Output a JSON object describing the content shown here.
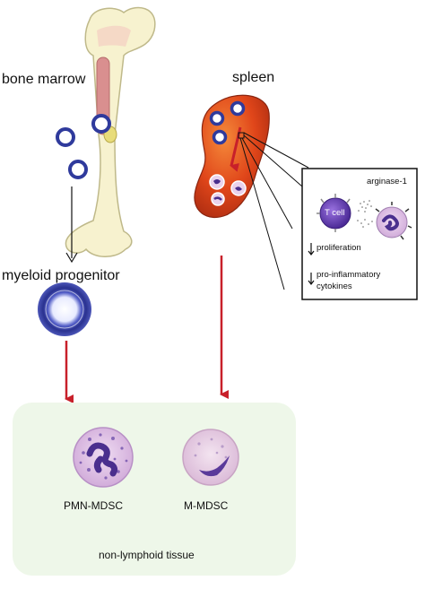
{
  "labels": {
    "bone_marrow": "bone marrow",
    "spleen": "spleen",
    "myeloid_progenitor": "myeloid progenitor",
    "pmn_mdsc": "PMN-MDSC",
    "m_mdsc": "M-MDSC",
    "non_lymphoid_tissue": "non-lymphoid tissue"
  },
  "inset": {
    "arginase": "arginase-1",
    "t_cell": "T cell",
    "proliferation": "proliferation",
    "cytokines_line1": "pro-inflammatory",
    "cytokines_line2": "cytokines"
  },
  "colors": {
    "arrow_red": "#c8202a",
    "arrow_black": "#111111",
    "tissue_bg": "#eef7e9",
    "bone": "#f7f2cf",
    "marrow": "#d98f8f",
    "spleen": "#e24a15",
    "progenitor": "#3a45a8",
    "t_cell": "#6a3fb5",
    "granulocyte": "#d8b8de",
    "nucleus": "#4a2f8e"
  }
}
